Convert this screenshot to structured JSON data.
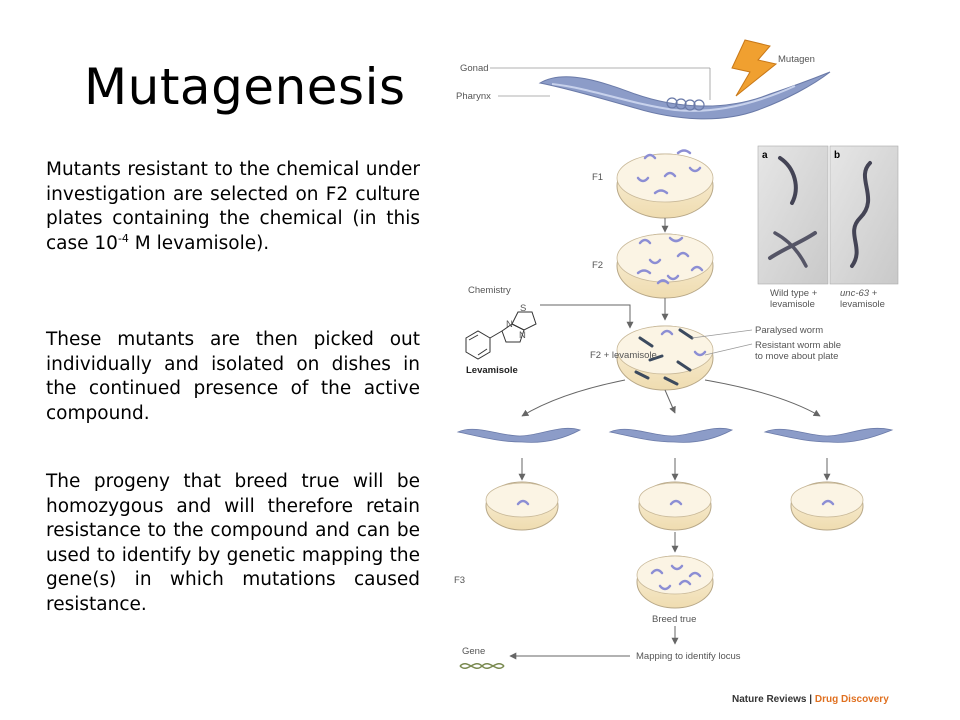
{
  "slide": {
    "title": "Mutagenesis",
    "para1": {
      "before": "Mutants resistant to the chemical under investigation are selected on F2 culture plates containing the chemical (in this case 10",
      "exponent": "-4",
      "after": " M levamisole)."
    },
    "para2": "These mutants are then picked out individually and isolated on dishes in the continued presence of the active compound.",
    "para3": "The progeny that breed true will be homozygous and will therefore retain resistance to the compound and can be used to identify by genetic mapping the gene(s) in which mutations caused resistance."
  },
  "figure": {
    "labels": {
      "gonad": "Gonad",
      "pharynx": "Pharynx",
      "mutagen": "Mutagen",
      "f1": "F1",
      "f2": "F2",
      "chemistry": "Chemistry",
      "levamisole": "Levamisole",
      "f2_levamisole": "F2 + levamisole",
      "paralysed_worm": "Paralysed worm",
      "resistant_line1": "Resistant worm able",
      "resistant_line2": "to move about plate",
      "f3": "F3",
      "breed_true": "Breed true",
      "gene": "Gene",
      "mapping": "Mapping to identify locus",
      "photo_a": "a",
      "photo_b": "b",
      "wild_type_line1": "Wild type +",
      "wild_type_line2": "levamisole",
      "unc63_line1": "unc-63 +",
      "unc63_line2": "levamisole",
      "chem_s": "S",
      "chem_n1": "N",
      "chem_n2": "N"
    },
    "credit_brand": "Nature Reviews",
    "credit_sep": " | ",
    "credit_journal": "Drug Discovery",
    "colors": {
      "worm": "#8c9cc8",
      "plate": "#f5e8c8",
      "small_worm": "#8c8ed4",
      "paralysed": "#3c4a5e",
      "arrow": "#666666",
      "credit_accent": "#e07020"
    }
  }
}
